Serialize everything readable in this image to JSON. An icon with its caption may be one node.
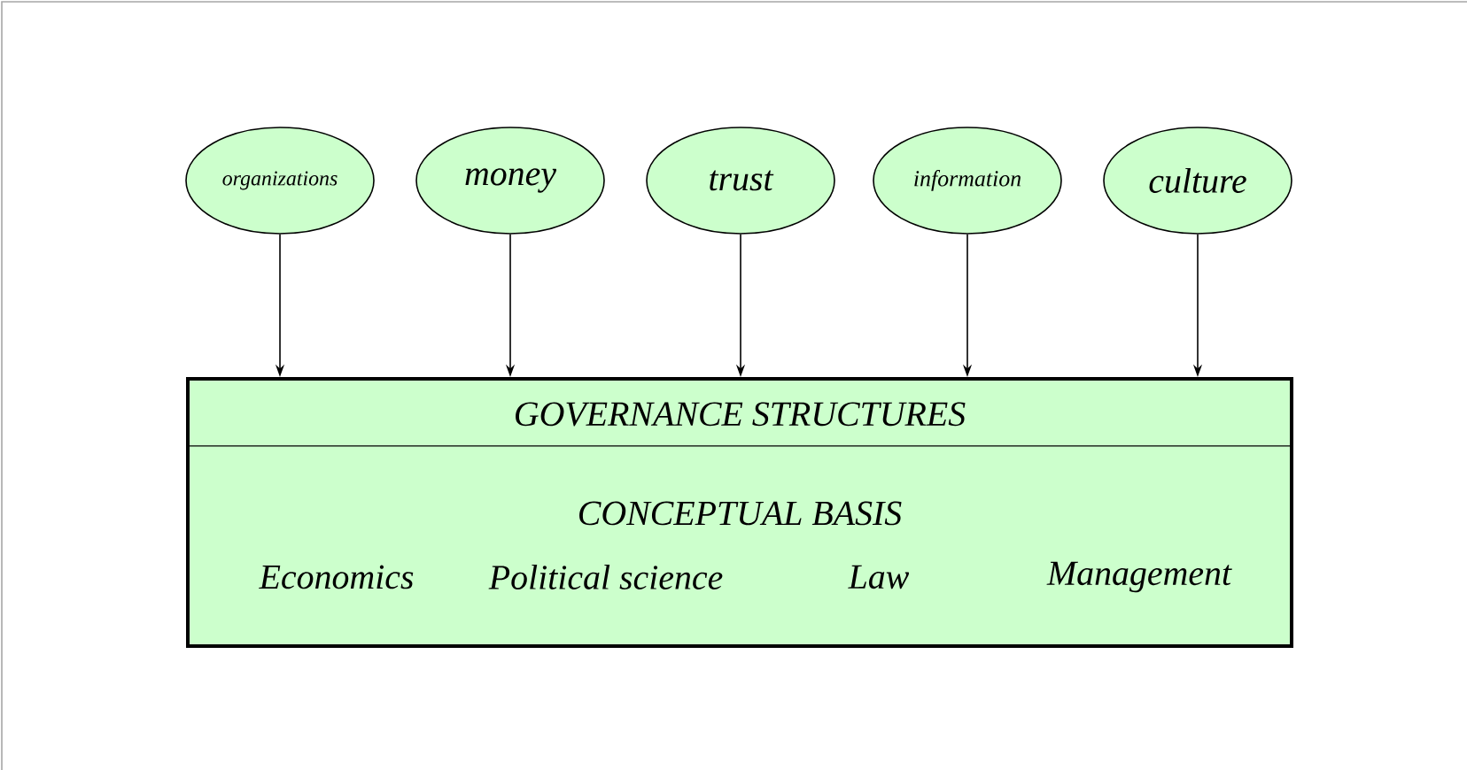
{
  "diagram": {
    "nodes": [
      {
        "text": [
          "organizations"
        ]
      },
      {
        "text": [
          "money"
        ]
      },
      {
        "text": [
          "trust"
        ]
      },
      {
        "text": [
          "information"
        ]
      },
      {
        "text": [
          "culture"
        ]
      },
      {
        "text": [
          "GOVERNANCE STRUCTURES",
          "CONCEPTUAL BASIS",
          "Economics",
          "Political science",
          "Law",
          "Management"
        ]
      }
    ],
    "edges": [
      {
        "from": 0,
        "to": 5,
        "arrow": "to"
      },
      {
        "from": 1,
        "to": 5,
        "arrow": "to"
      },
      {
        "from": 2,
        "to": 5,
        "arrow": "to"
      },
      {
        "from": 3,
        "to": 5,
        "arrow": "to"
      },
      {
        "from": 4,
        "to": 5,
        "arrow": "to"
      }
    ]
  }
}
